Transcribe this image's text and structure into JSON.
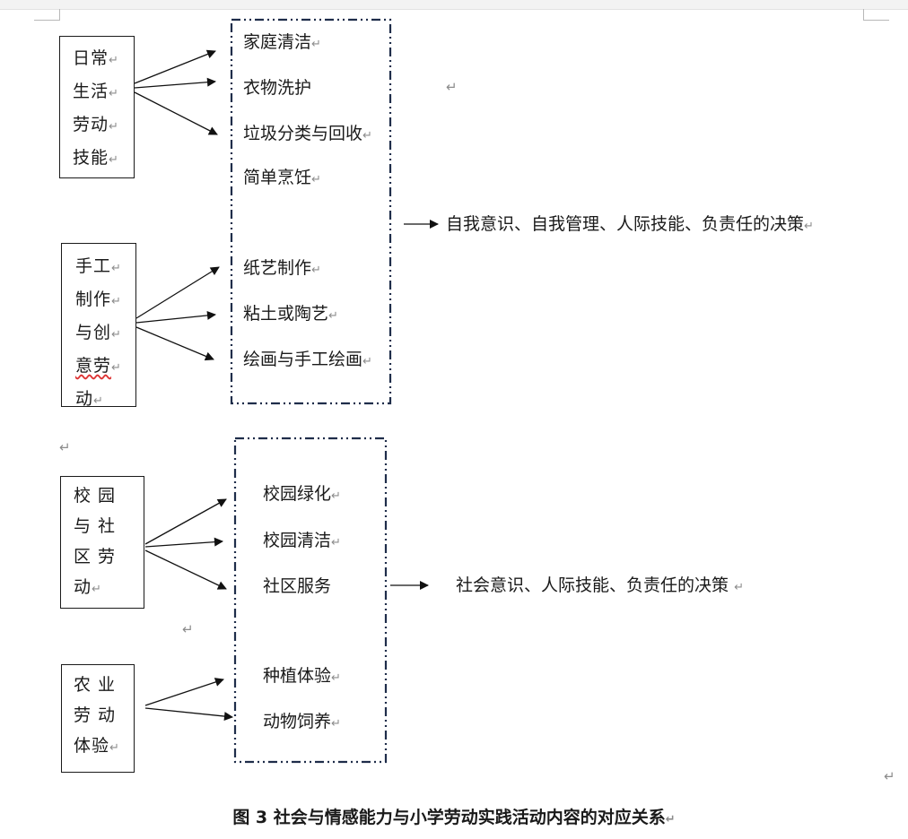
{
  "para_mark": "↵",
  "groups": [
    {
      "source_lines": [
        "日常",
        "生活",
        "劳动",
        "技能"
      ],
      "items": [
        "家庭清洁",
        "衣物洗护",
        "垃圾分类与回收",
        "简单烹饪"
      ]
    },
    {
      "source_lines": [
        "手工",
        "制作",
        "与创",
        "意劳",
        "动"
      ],
      "items": [
        "纸艺制作",
        "粘土或陶艺",
        "绘画与手工绘画"
      ]
    },
    {
      "source_lines": [
        "校 园",
        "与 社",
        "区 劳",
        "动"
      ],
      "items": [
        "校园绿化",
        "校园清洁",
        "社区服务"
      ]
    },
    {
      "source_lines": [
        "农 业",
        "劳 动",
        "体验"
      ],
      "items": [
        "种植体验",
        "动物饲养"
      ]
    }
  ],
  "results": [
    "自我意识、自我管理、人际技能、负责任的决策",
    "社会意识、人际技能、负责任的决策"
  ],
  "caption": "图 3   社会与情感能力与小学劳动实践活动内容的对应关系"
}
